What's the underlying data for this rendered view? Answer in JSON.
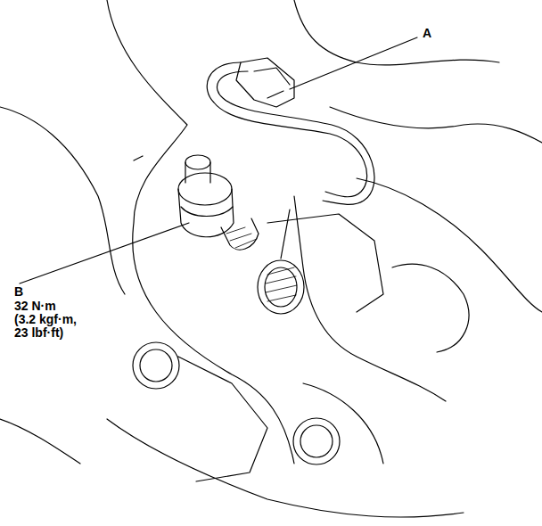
{
  "diagram": {
    "labels": [
      "A",
      "B",
      "32 N·m (3.2 kgf·m, 23 lbf·ft)"
    ]
  }
}
